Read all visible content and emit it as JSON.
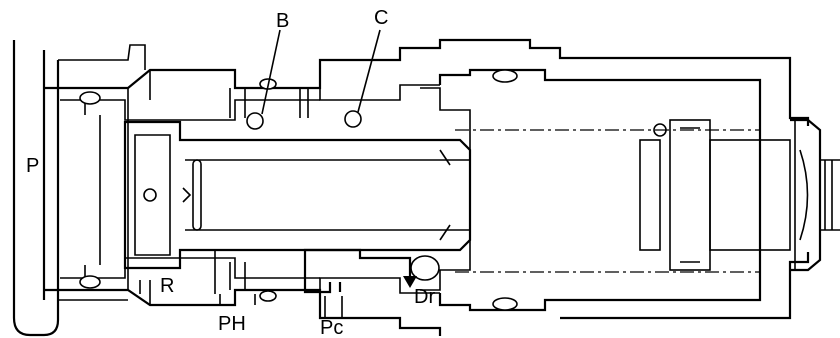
{
  "labels": {
    "p": "P",
    "r": "R",
    "ph": "PH",
    "pc": "Pc",
    "dr": "Dr",
    "b": "B",
    "c": "C"
  }
}
